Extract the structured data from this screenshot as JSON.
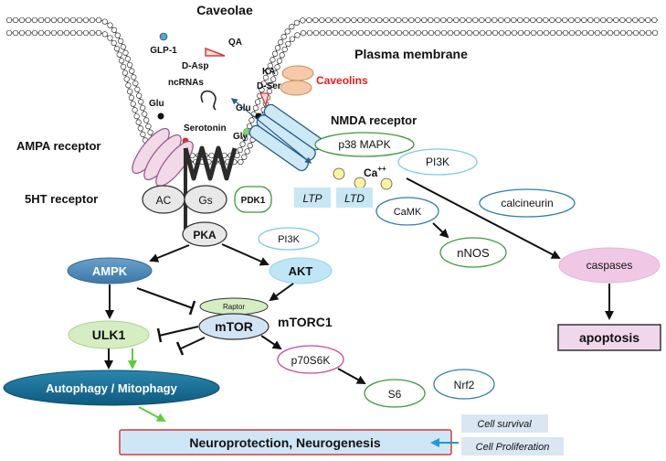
{
  "membrane": {
    "caveolae": "Caveolae",
    "plasma_membrane": "Plasma membrane",
    "caveolins": "Caveolins"
  },
  "ligands": {
    "glp1": "GLP-1",
    "qa": "QA",
    "d_asp": "D-Asp",
    "ncrnas": "ncRNAs",
    "ka": "KA",
    "d_ser": "D-Ser",
    "glu_left": "Glu",
    "glu_right": "Glu",
    "serotonin": "Serotonin",
    "gly": "Gly"
  },
  "receptors": {
    "ampa": "AMPA receptor",
    "nmda": "NMDA receptor",
    "ht5": "5HT receptor"
  },
  "nodes": {
    "ac": "AC",
    "gs": "Gs",
    "pdk1": "PDK1",
    "pka": "PKA",
    "pi3k_mid": "PI3K",
    "ampk": "AMPK",
    "akt": "AKT",
    "raptor": "Raptor",
    "mtor": "mTOR",
    "mtorc1": "mTORC1",
    "ulk1": "ULK1",
    "autophagy": "Autophagy / Mitophagy",
    "p70s6k": "p70S6K",
    "s6": "S6",
    "nrf2": "Nrf2",
    "p38": "p38 MAPK",
    "pi3k_right": "PI3K",
    "ca": "Ca",
    "ca_sup": "++",
    "ltp": "LTP",
    "ltd": "LTD",
    "camk": "CaMK",
    "calcineurin": "calcineurin",
    "nnos": "nNOS",
    "caspases": "caspases",
    "apoptosis": "apoptosis"
  },
  "outcomes": {
    "neuro": "Neuroprotection, Neurogenesis",
    "survival": "Cell survival",
    "proliferation": "Cell Proliferation"
  },
  "colors": {
    "lipid_head": "#ffffff",
    "membrane_line": "#333333",
    "ampa_fill": "#f1d9e8",
    "ampa_stroke": "#9b5b8a",
    "nmda_fill": "#cde9f6",
    "nmda_stroke": "#2b5d86",
    "caveolin_fill": "#f6c9a8",
    "caveolin_stroke": "#c98a5a",
    "green_stroke": "#3d9a3d",
    "blue_stroke": "#2f7fb0",
    "light_blue_stroke": "#7ec8ea",
    "pink_stroke": "#c44b9c",
    "ampk_fill": "#4c86b5",
    "akt_fill": "#bfe6f7",
    "ulk1_fill": "#d6edc4",
    "autophagy_fill": "#16698e",
    "caspase_fill": "#f0c8e6",
    "apoptosis_fill": "#f0d7ec",
    "neuro_fill": "#cfe6f6",
    "neuro_stroke": "#d43a3a",
    "ltp_fill": "#c9e6f5",
    "green_arrow": "#5ccc3c",
    "blue_arrow": "#1d9ad6"
  }
}
